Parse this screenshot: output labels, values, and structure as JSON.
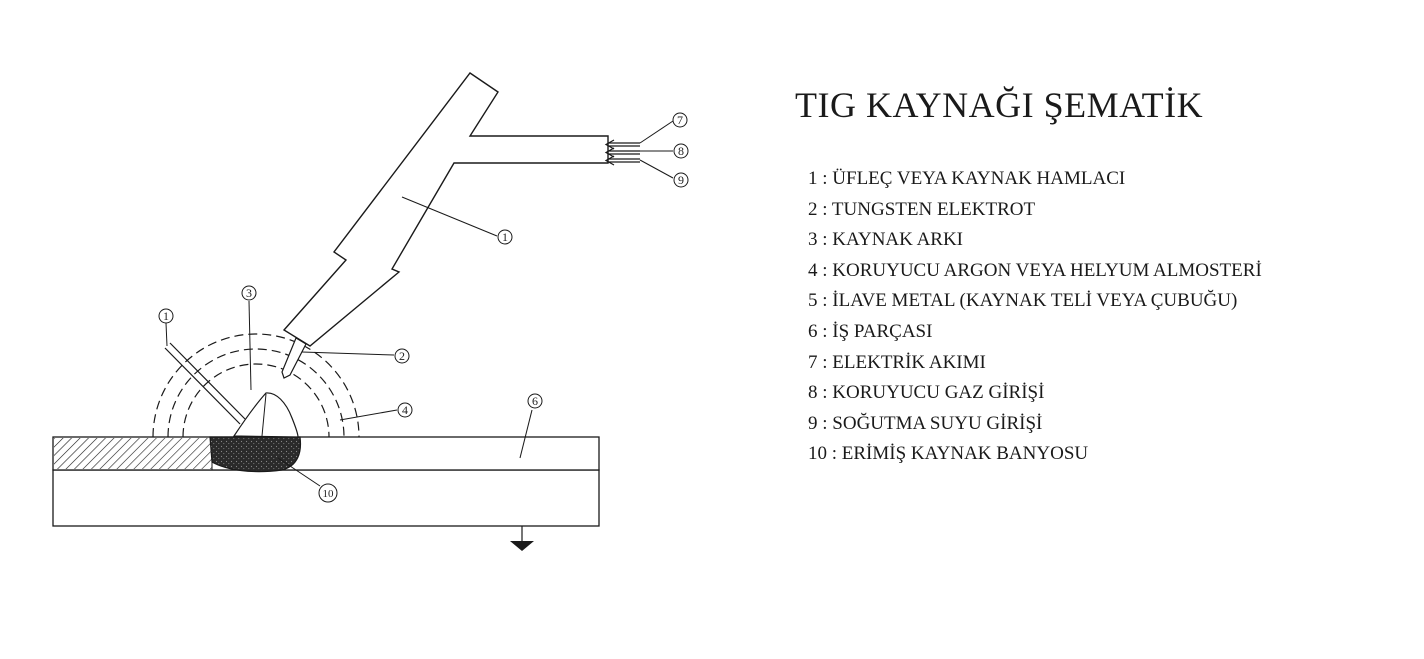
{
  "title": "TIG KAYNAĞI ŞEMATİK",
  "legend": [
    "1 : ÜFLEÇ VEYA KAYNAK HAMLACI",
    "2 : TUNGSTEN ELEKTROT",
    "3 : KAYNAK ARKI",
    "4 : KORUYUCU ARGON VEYA HELYUM ALMOSTERİ",
    "5 : İLAVE METAL (KAYNAK TELİ VEYA ÇUBUĞU)",
    "6 : İŞ PARÇASI",
    "7 : ELEKTRİK AKIMI",
    "8 : KORUYUCU GAZ GİRİŞİ",
    "9 : SOĞUTMA SUYU GİRİŞİ",
    "10 : ERİMİŞ KAYNAK BANYOSU"
  ],
  "callouts": {
    "torch": "1",
    "filler": "1",
    "electrode": "2",
    "arc": "3",
    "shield": "4",
    "workpiece": "6",
    "current": "7",
    "gas": "8",
    "water": "9",
    "pool": "10"
  },
  "colors": {
    "line": "#1a1a1a",
    "pool": "#2a2a2a"
  }
}
